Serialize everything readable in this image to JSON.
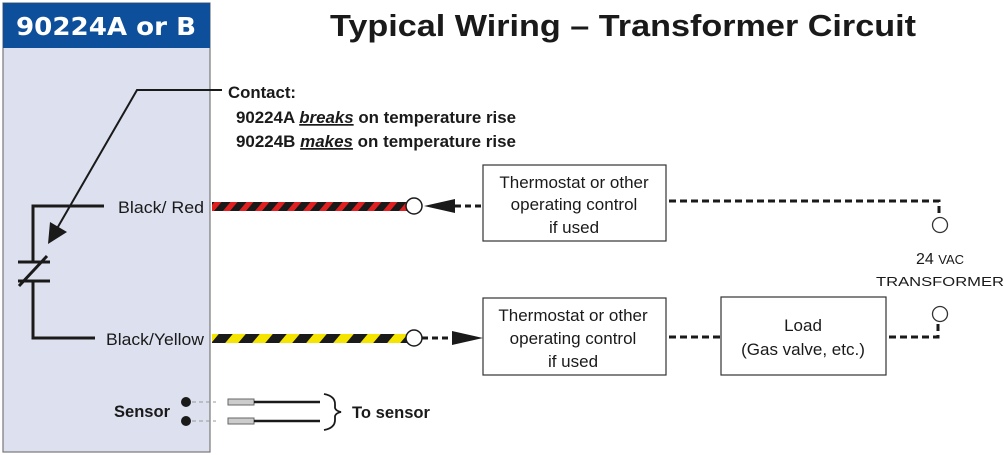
{
  "header": {
    "model": "90224A or B",
    "title": "Typical Wiring – Transformer Circuit"
  },
  "contact": {
    "label": "Contact:",
    "line_a_model": "90224A",
    "line_a_verb": "breaks",
    "line_a_rest": "on temperature rise",
    "line_b_model": "90224B",
    "line_b_verb": "makes",
    "line_b_rest": "on temperature rise"
  },
  "wires": {
    "red_label": "Black/ Red",
    "yellow_label": "Black/Yellow",
    "sensor_label": "Sensor",
    "to_sensor": "To sensor"
  },
  "boxes": {
    "control_top": [
      "Thermostat or other",
      "operating  control",
      "if used"
    ],
    "control_bottom": [
      "Thermostat or other",
      "operating  control",
      "if used"
    ],
    "load": [
      "Load",
      "(Gas valve, etc.)"
    ]
  },
  "transformer": {
    "voltage": "24",
    "unit": "VAC",
    "label": "TRANSFORMER"
  },
  "colors": {
    "header_blue": "#0d4f9a",
    "panel": "#dde1ef",
    "red": "#e02020",
    "yellow": "#f5e400"
  }
}
